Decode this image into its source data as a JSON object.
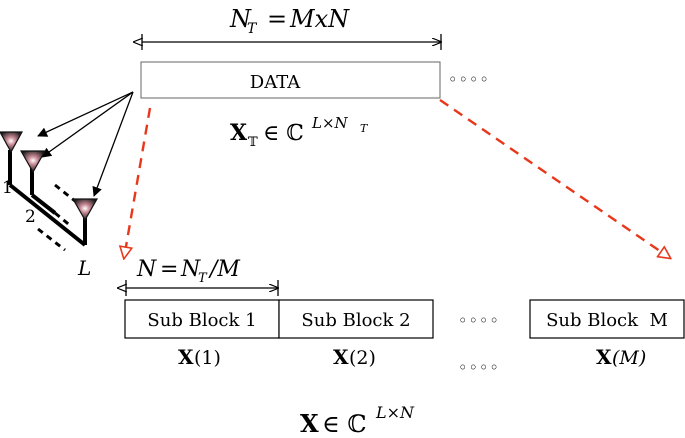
{
  "top_dimension": {
    "lhs": "N",
    "lhs_sub": "T",
    "rhs": "MxN"
  },
  "data_block": {
    "label": "DATA",
    "continuation": "◦◦◦◦"
  },
  "transmit_matrix": {
    "symbol": "X",
    "sub": "𝕋",
    "set": "∈ ℂ",
    "exp": "L×N",
    "exp_sub": "T"
  },
  "antenna_labels": [
    "1",
    "2",
    "L"
  ],
  "sub_dimension": {
    "lhs": "N",
    "eq": "=",
    "rhs_a": "N",
    "rhs_sub": "T",
    "rhs_b": "/M"
  },
  "sub_blocks": [
    {
      "label": "Sub Block 1",
      "matrix": "X",
      "index": "(1)"
    },
    {
      "label": "Sub Block 2",
      "matrix": "X",
      "index": "(2)"
    },
    {
      "label": "Sub Block  M",
      "matrix": "X",
      "index": "(M)"
    }
  ],
  "block_gap_dots": "◦◦◦◦",
  "label_gap_dots": "◦◦◦◦",
  "sub_matrix": {
    "symbol": "X",
    "set": "∈ ℂ",
    "exp": "L×N"
  },
  "colors": {
    "arrow_red": "#e8381c",
    "antenna_dark": "#1a1a1a",
    "antenna_glow": "#b56a7a"
  }
}
